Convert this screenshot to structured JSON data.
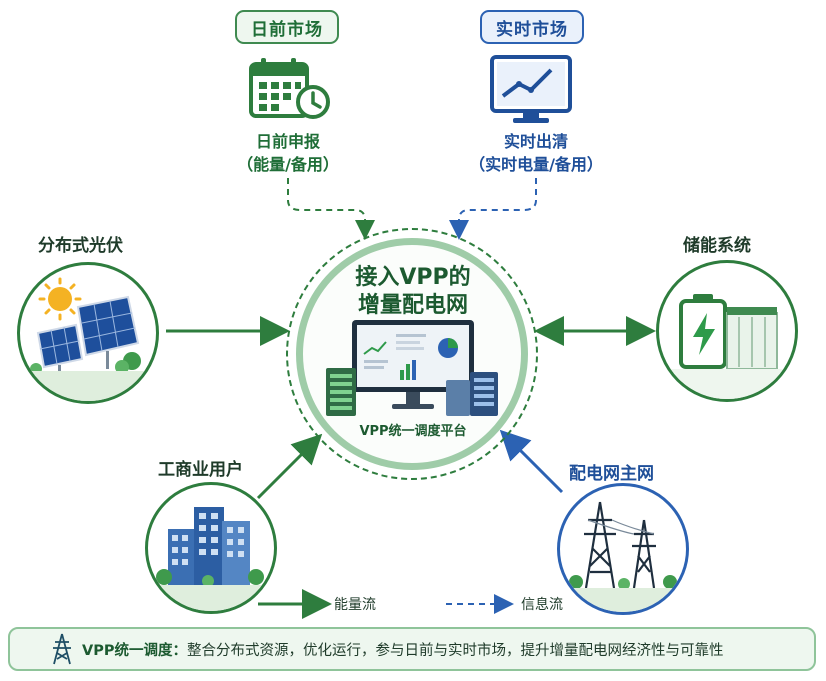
{
  "top": {
    "day_ahead": {
      "tag": "日前市场",
      "line1": "日前申报",
      "line2": "（能量/备用）"
    },
    "realtime": {
      "tag": "实时市场",
      "line1": "实时出清",
      "line2": "（实时电量/备用）"
    }
  },
  "nodes": {
    "solar": "分布式光伏",
    "storage": "储能系统",
    "commercial": "工商业用户",
    "grid": "配电网主网"
  },
  "center": {
    "title_line1": "接入VPP的",
    "title_line2": "增量配电网",
    "platform": "VPP统一调度平台"
  },
  "legend": {
    "energy": "能量流",
    "info": "信息流"
  },
  "footer": {
    "bold": "VPP统一调度：",
    "text": "整合分布式资源，优化运行，参与日前与实时市场，提升增量配电网经济性与可靠性"
  },
  "colors": {
    "green": "#2e7d3e",
    "blue": "#2c62b3"
  }
}
